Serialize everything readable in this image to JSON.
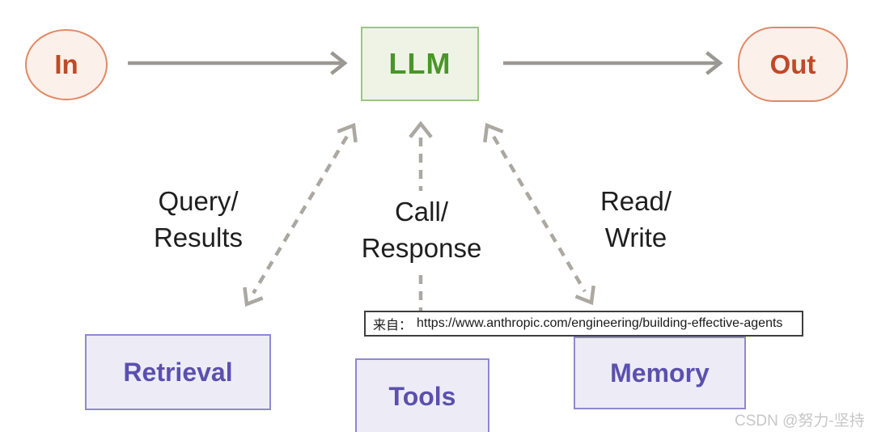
{
  "nodes": {
    "input": {
      "label": "In"
    },
    "llm": {
      "label": "LLM"
    },
    "output": {
      "label": "Out"
    },
    "retrieval": {
      "label": "Retrieval"
    },
    "tools": {
      "label": "Tools"
    },
    "memory": {
      "label": "Memory"
    }
  },
  "edge_labels": {
    "query_results": {
      "line1": "Query/",
      "line2": "Results"
    },
    "call_response": {
      "line1": "Call/",
      "line2": "Response"
    },
    "read_write": {
      "line1": "Read/",
      "line2": "Write"
    }
  },
  "caption": {
    "prefix": "来自：",
    "url": "https://www.anthropic.com/engineering/building-effective-agents"
  },
  "watermark": "CSDN @努力-坚持",
  "colors": {
    "io_fill": "#fcf0ea",
    "io_border": "#e08966",
    "io_text": "#bf4a27",
    "llm_fill": "#eef3e6",
    "llm_border": "#9cc77e",
    "llm_text": "#4a9528",
    "module_fill": "#edecf6",
    "module_border": "#8f88d0",
    "module_text": "#5b50ae",
    "arrow_solid": "#9a9893",
    "arrow_dashed": "#aba8a2",
    "label_text": "#1e1e1e",
    "caption_border": "#3e3e3e",
    "watermark_text": "#c8c6c6"
  }
}
